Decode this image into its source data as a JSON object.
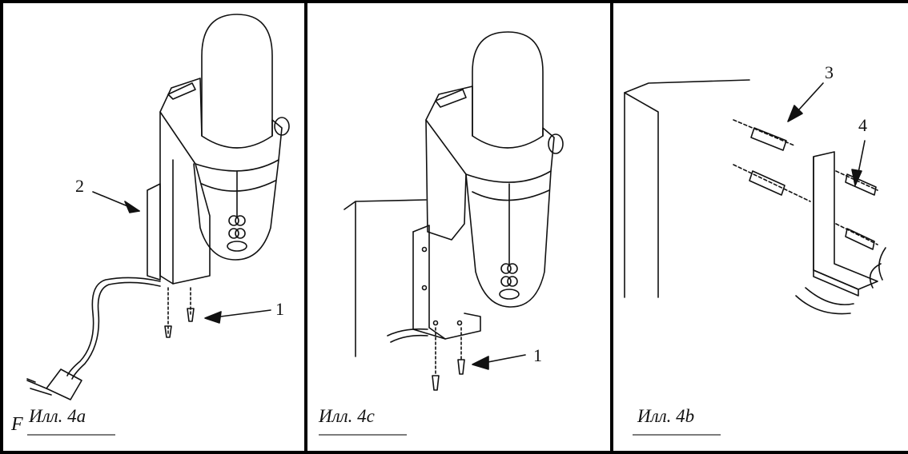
{
  "panels": [
    {
      "caption": "Илл. 4a",
      "corner_letter": "F",
      "callouts": [
        "2",
        "1"
      ]
    },
    {
      "caption": "Илл. 4c",
      "callouts": [
        "1"
      ]
    },
    {
      "caption": "Илл. 4b",
      "callouts": [
        "3",
        "4"
      ]
    }
  ],
  "colors": {
    "line": "#111111",
    "background": "#ffffff",
    "frame": "#000000"
  }
}
